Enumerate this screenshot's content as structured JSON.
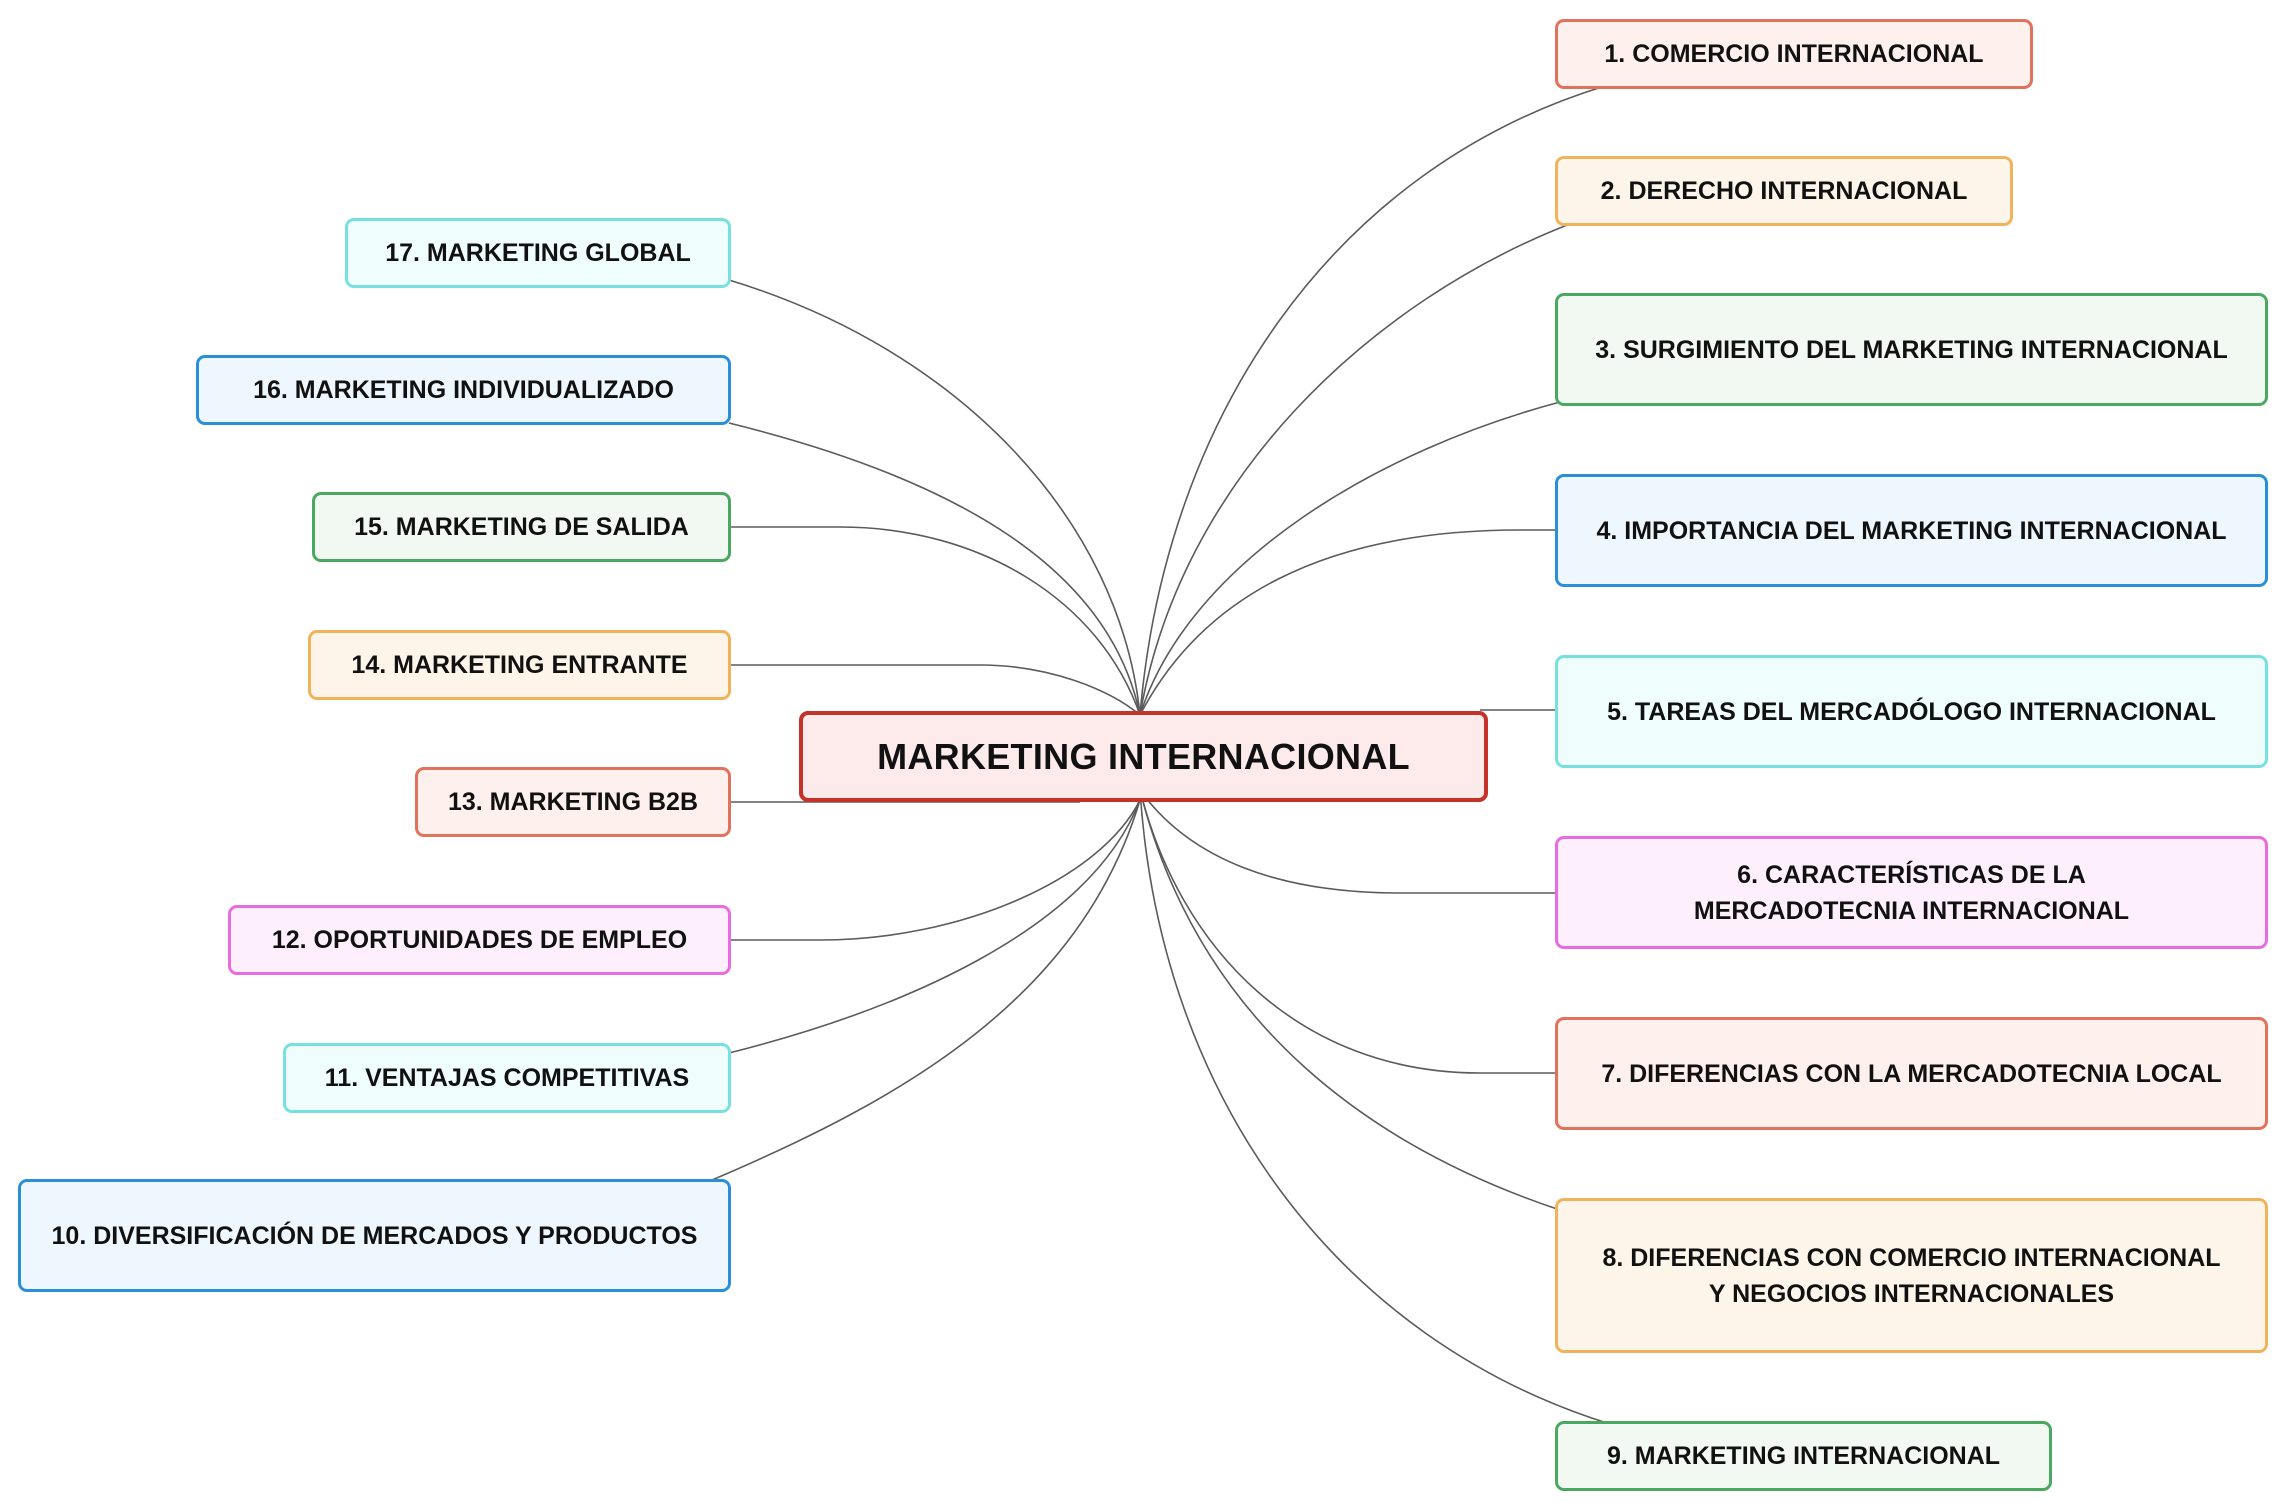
{
  "central": {
    "label": "MARKETING INTERNACIONAL",
    "color": "#c5322a"
  },
  "topics": [
    {
      "label": "1. COMERCIO INTERNACIONAL",
      "color": "#e2725b"
    },
    {
      "label": "2. DERECHO INTERNACIONAL",
      "color": "#f2b25c"
    },
    {
      "label": "3. SURGIMIENTO DEL MARKETING INTERNACIONAL",
      "color": "#4aa860"
    },
    {
      "label": "4. IMPORTANCIA DEL MARKETING INTERNACIONAL",
      "color": "#2b8fd8"
    },
    {
      "label": "5. TAREAS DEL MERCADÓLOGO INTERNACIONAL",
      "color": "#76e1df"
    },
    {
      "label": "6. CARACTERÍSTICAS DE LA MERCADOTECNIA INTERNACIONAL",
      "color": "#e76be1"
    },
    {
      "label": "7. DIFERENCIAS CON LA MERCADOTECNIA LOCAL",
      "color": "#e2725b"
    },
    {
      "label": "8. DIFERENCIAS CON COMERCIO INTERNACIONAL Y NEGOCIOS INTERNACIONALES",
      "color": "#f2b25c"
    },
    {
      "label": "9. MARKETING INTERNACIONAL",
      "color": "#4aa860"
    },
    {
      "label": "10. DIVERSIFICACIÓN DE MERCADOS Y PRODUCTOS",
      "color": "#2b8fd8"
    },
    {
      "label": "11. VENTAJAS COMPETITIVAS",
      "color": "#76e1df"
    },
    {
      "label": "12. OPORTUNIDADES DE EMPLEO",
      "color": "#e76be1"
    },
    {
      "label": "13. MARKETING B2B",
      "color": "#e2725b"
    },
    {
      "label": "14. MARKETING ENTRANTE",
      "color": "#f2b25c"
    },
    {
      "label": "15. MARKETING DE SALIDA",
      "color": "#4aa860"
    },
    {
      "label": "16. MARKETING INDIVIDUALIZADO",
      "color": "#2b8fd8"
    },
    {
      "label": "17. MARKETING GLOBAL",
      "color": "#76e1df"
    }
  ]
}
